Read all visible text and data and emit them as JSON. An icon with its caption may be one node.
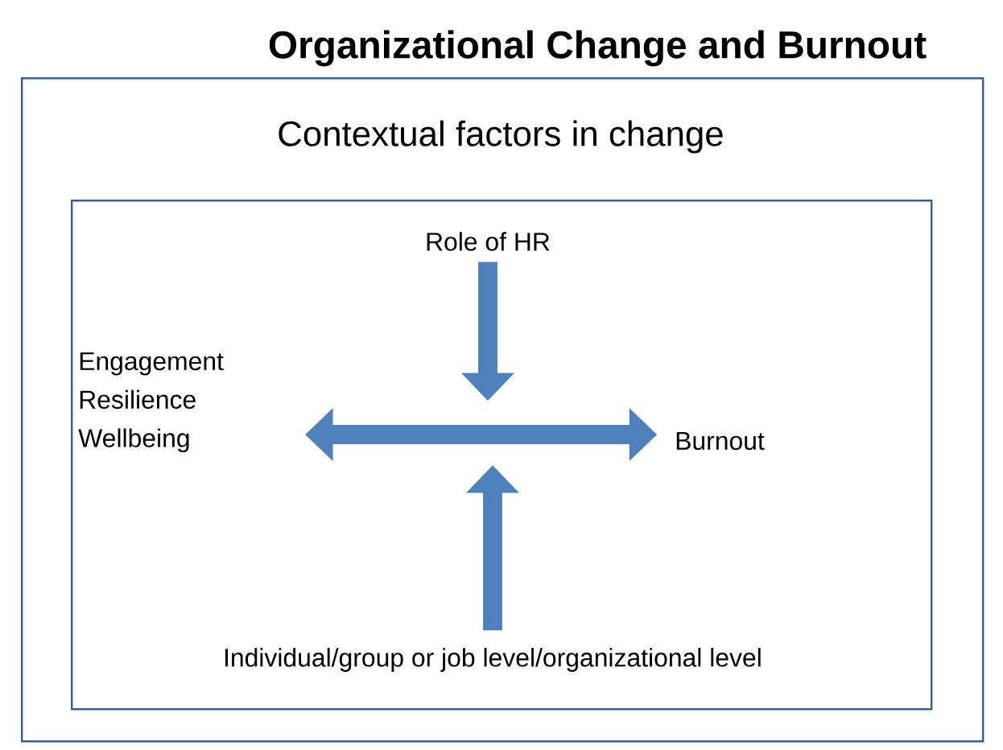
{
  "diagram": {
    "title": "Organizational Change and Burnout",
    "nodes": [
      {
        "text": [
          "Contextual factors in change"
        ]
      },
      {
        "text": [],
        "shape": "box",
        "in": 0
      },
      {
        "text": [
          "Role of HR"
        ],
        "in": 1
      },
      {
        "text": [
          "Engagement Resilience Wellbeing"
        ],
        "in": 1
      },
      {
        "text": [
          "Burnout"
        ],
        "in": 1
      },
      {
        "text": [
          "Individual/group or job level/organizational level"
        ],
        "in": 1
      }
    ],
    "edges": [
      {
        "from": 3,
        "to": 4,
        "arrow": "both"
      },
      {
        "from": 2,
        "to": null,
        "arrow": "to"
      },
      {
        "from": 5,
        "to": null,
        "arrow": "to"
      }
    ]
  }
}
